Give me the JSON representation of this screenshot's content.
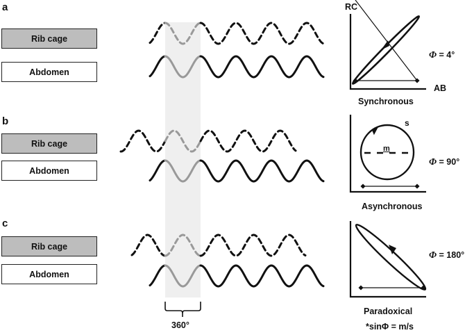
{
  "panels": [
    {
      "letter": "a",
      "rib_label": "Rib cage",
      "abd_label": "Abdomen",
      "rib_phase_deg": 0,
      "abd_phase_deg": 0,
      "loop_label": "Synchronous",
      "phi_symbol": "Φ",
      "phi_text": " = 4°",
      "phase_deg": 4
    },
    {
      "letter": "b",
      "rib_label": "Rib cage",
      "abd_label": "Abdomen",
      "rib_phase_deg": 90,
      "abd_phase_deg": 0,
      "loop_label": "Asynchronous",
      "phi_symbol": "Φ",
      "phi_text": " = 90°",
      "phase_deg": 90,
      "s_label": "s",
      "m_label": "m"
    },
    {
      "letter": "c",
      "rib_label": "Rib cage",
      "abd_label": "Abdomen",
      "rib_phase_deg": 180,
      "abd_phase_deg": 0,
      "loop_label": "Paradoxical",
      "phi_symbol": "Φ",
      "phi_text": " = 180°",
      "phase_deg": 180
    }
  ],
  "axes": {
    "y_label": "RC",
    "x_label": "AB"
  },
  "cycle_label": "360°",
  "formula": "*sinΦ = m/s",
  "colors": {
    "rib_box": "#bdbdbd",
    "highlight_band": "#efefef",
    "highlight_wave": "#999999",
    "wave": "#111111"
  }
}
